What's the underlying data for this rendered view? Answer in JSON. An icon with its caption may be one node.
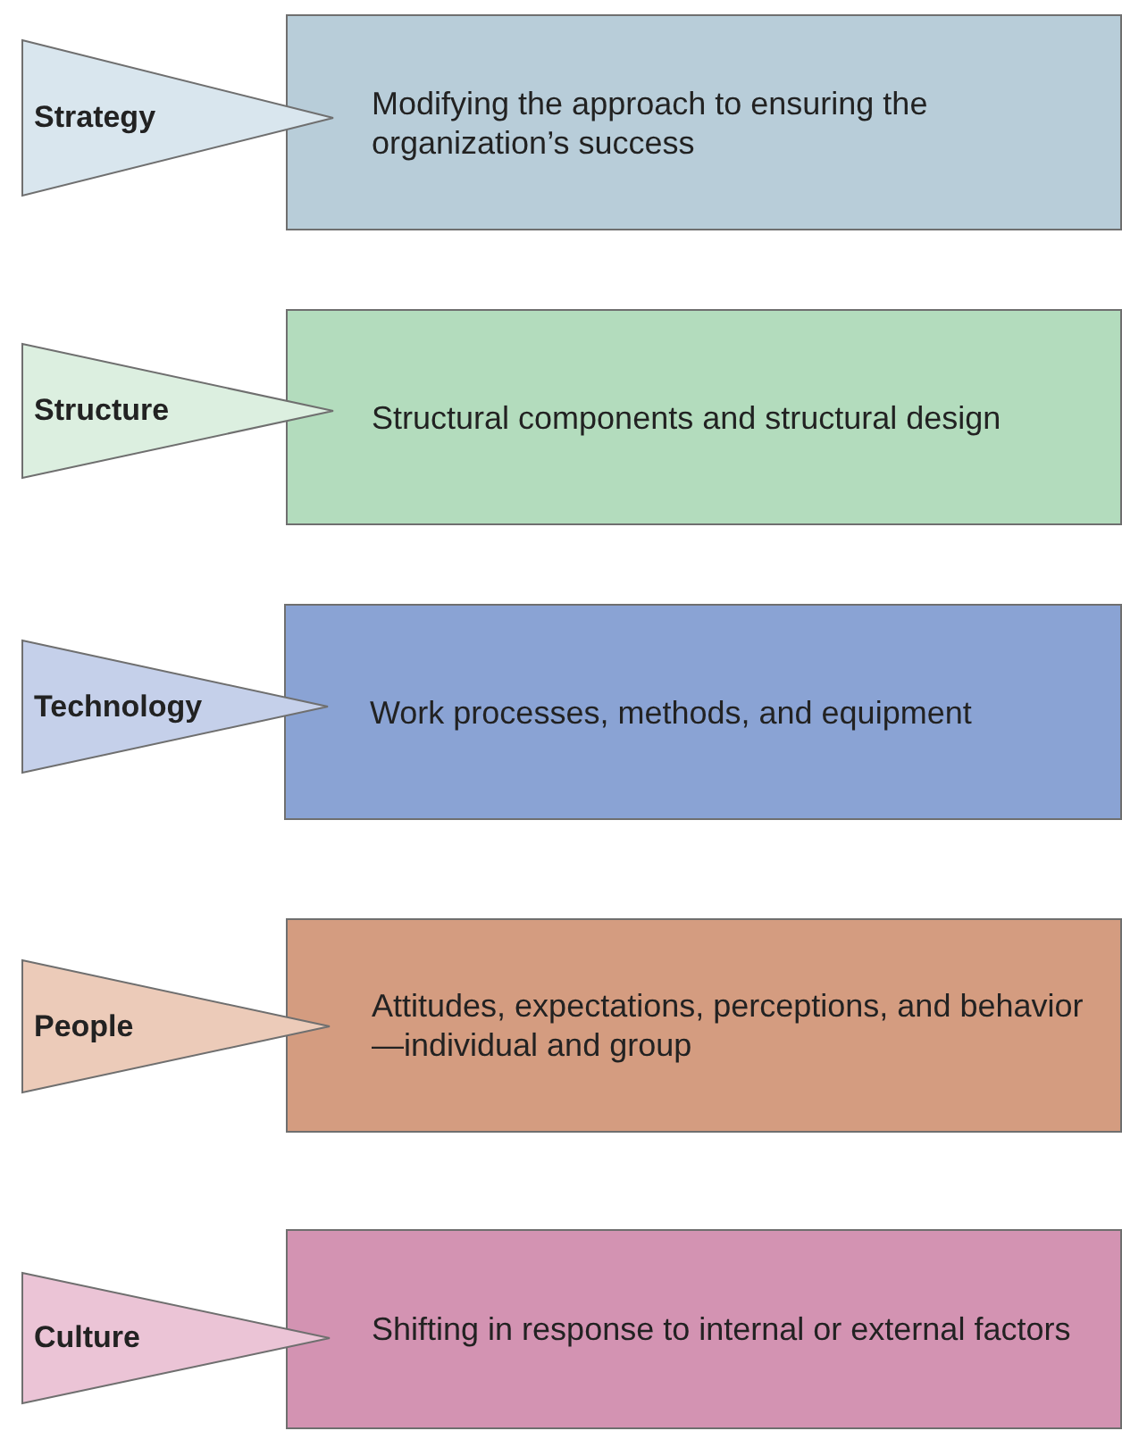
{
  "diagram": {
    "nodes": [
      {
        "text": [
          "Strategy"
        ]
      },
      {
        "text": [
          "Modifying the approach to ensuring the organization’s success"
        ]
      },
      {
        "text": [
          "Structure"
        ]
      },
      {
        "text": [
          "Structural components and structural design"
        ]
      },
      {
        "text": [
          "Technology"
        ]
      },
      {
        "text": [
          "Work processes, methods, and equipment"
        ]
      },
      {
        "text": [
          "People"
        ]
      },
      {
        "text": [
          "Attitudes, expectations, perceptions, and behavior—individual and group"
        ]
      },
      {
        "text": [
          "Culture"
        ]
      },
      {
        "text": [
          "Shifting in response to internal or external factors"
        ]
      }
    ]
  }
}
